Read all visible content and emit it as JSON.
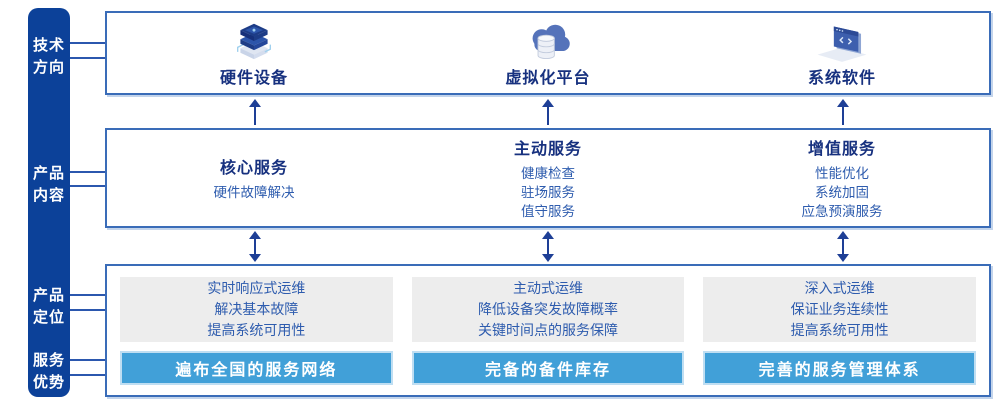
{
  "sidebar": {
    "items": [
      {
        "label": "技术\n方向"
      },
      {
        "label": "产品\n内容"
      },
      {
        "label": "产品\n定位"
      },
      {
        "label": "服务\n优势"
      }
    ]
  },
  "tech_row": {
    "items": [
      {
        "icon": "server-stack-icon",
        "label": "硬件设备"
      },
      {
        "icon": "cloud-database-icon",
        "label": "虚拟化平台"
      },
      {
        "icon": "code-window-icon",
        "label": "系统软件"
      }
    ]
  },
  "content_row": {
    "columns": [
      {
        "title": "核心服务",
        "items": [
          "硬件故障解决"
        ]
      },
      {
        "title": "主动服务",
        "items": [
          "健康检查",
          "驻场服务",
          "值守服务"
        ]
      },
      {
        "title": "增值服务",
        "items": [
          "性能优化",
          "系统加固",
          "应急预演服务"
        ]
      }
    ]
  },
  "position_row": {
    "columns": [
      {
        "points": [
          "实时响应式运维",
          "解决基本故障",
          "提高系统可用性"
        ],
        "advantage": "遍布全国的服务网络"
      },
      {
        "points": [
          "主动式运维",
          "降低设备突发故障概率",
          "关键时间点的服务保障"
        ],
        "advantage": "完备的备件库存"
      },
      {
        "points": [
          "深入式运维",
          "保证业务连续性",
          "提高系统可用性"
        ],
        "advantage": "完善的服务管理体系"
      }
    ]
  },
  "colors": {
    "sidebar_bg": "#0c4199",
    "frame_border": "#3a6cb8",
    "title_text": "#17317f",
    "body_text": "#2e5cae",
    "panel_bg": "#ededed",
    "advantage_bar_bg": "#41a0d8",
    "arrow": "#1e3f96"
  }
}
